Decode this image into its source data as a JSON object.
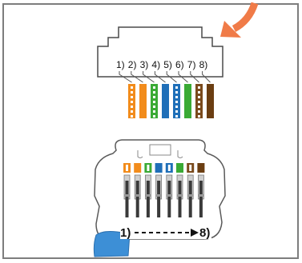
{
  "diagram": {
    "pin_labels": [
      "1)",
      "2)",
      "3)",
      "4)",
      "5)",
      "6)",
      "7)",
      "8)"
    ],
    "sequence": {
      "start": "1)",
      "end": "8)"
    },
    "wire_colors": [
      {
        "name": "white-orange",
        "stripe": "#f28c1c",
        "solid": false
      },
      {
        "name": "orange",
        "stripe": "#f28c1c",
        "solid": true
      },
      {
        "name": "white-green",
        "stripe": "#3aaa35",
        "solid": false
      },
      {
        "name": "blue",
        "stripe": "#1f6fb8",
        "solid": true
      },
      {
        "name": "white-blue",
        "stripe": "#1f6fb8",
        "solid": false
      },
      {
        "name": "green",
        "stripe": "#3aaa35",
        "solid": true
      },
      {
        "name": "white-brown",
        "stripe": "#7a4a1c",
        "solid": false
      },
      {
        "name": "brown",
        "stripe": "#6b3e12",
        "solid": true
      }
    ],
    "colors": {
      "arrow": "#f07b48",
      "cable": "#3d8fd6",
      "outline": "#4a4a4a",
      "border": "#7a7a7a"
    }
  }
}
